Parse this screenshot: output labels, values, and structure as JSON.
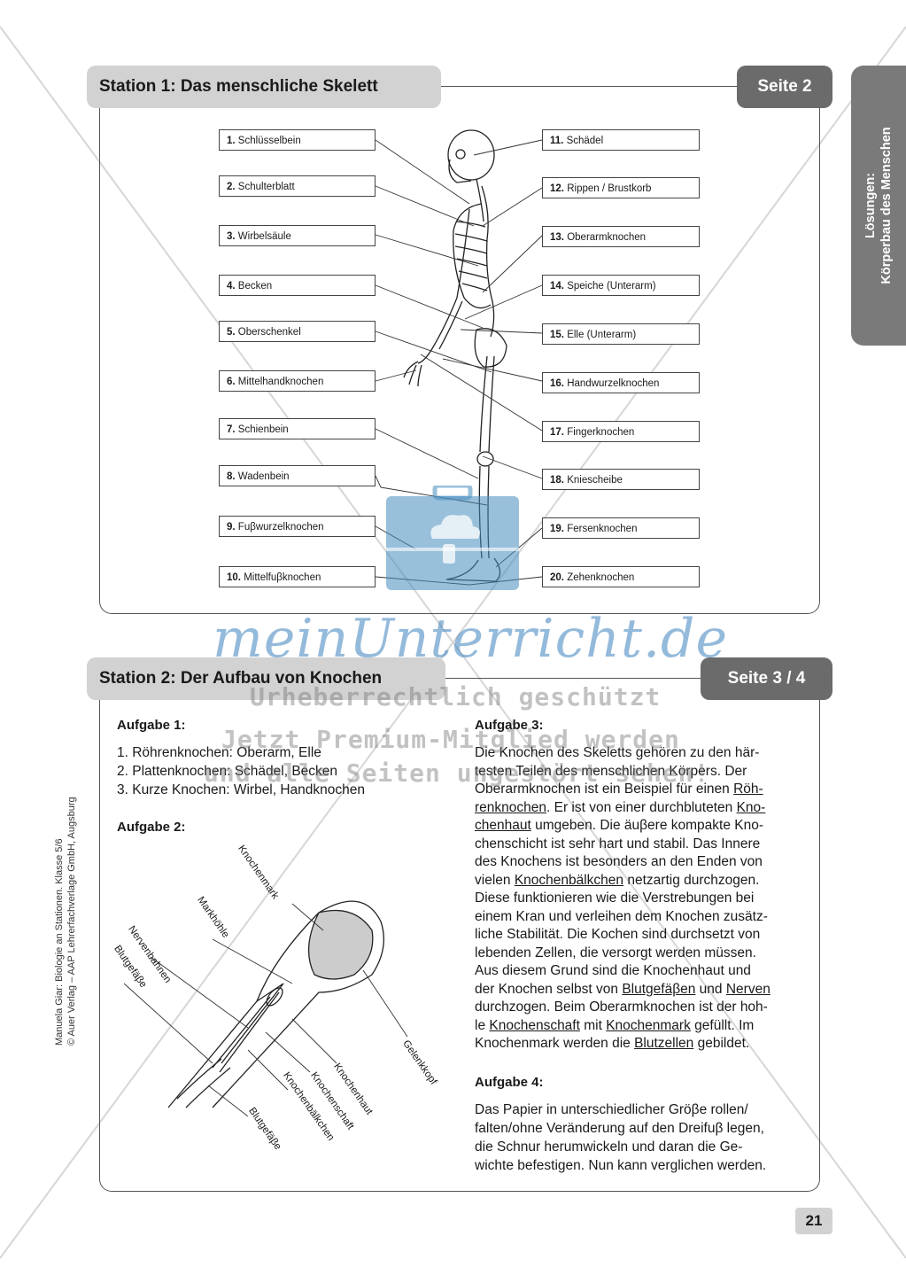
{
  "side_tab": {
    "line1": "Lösungen:",
    "line2": "Körperbau des Menschen"
  },
  "station1": {
    "title": "Station 1: Das menschliche Skelett",
    "seite": "Seite 2",
    "left_labels": [
      {
        "num": "1.",
        "text": "Schlüsselbein"
      },
      {
        "num": "2.",
        "text": "Schulterblatt"
      },
      {
        "num": "3.",
        "text": "Wirbelsäule"
      },
      {
        "num": "4.",
        "text": "Becken"
      },
      {
        "num": "5.",
        "text": "Oberschenkel"
      },
      {
        "num": "6.",
        "text": "Mittelhandknochen"
      },
      {
        "num": "7.",
        "text": "Schienbein"
      },
      {
        "num": "8.",
        "text": "Wadenbein"
      },
      {
        "num": "9.",
        "text": "Fuβwurzelknochen"
      },
      {
        "num": "10.",
        "text": "Mittelfuβknochen"
      }
    ],
    "right_labels": [
      {
        "num": "11.",
        "text": "Schädel"
      },
      {
        "num": "12.",
        "text": "Rippen / Brustkorb"
      },
      {
        "num": "13.",
        "text": "Oberarmknochen"
      },
      {
        "num": "14.",
        "text": "Speiche (Unterarm)"
      },
      {
        "num": "15.",
        "text": "Elle (Unterarm)"
      },
      {
        "num": "16.",
        "text": "Handwurzelknochen"
      },
      {
        "num": "17.",
        "text": "Fingerknochen"
      },
      {
        "num": "18.",
        "text": "Kniescheibe"
      },
      {
        "num": "19.",
        "text": "Fersenknochen"
      },
      {
        "num": "20.",
        "text": "Zehenknochen"
      }
    ]
  },
  "station2": {
    "title": "Station 2: Der Aufbau von Knochen",
    "seite": "Seite 3 / 4",
    "aufgabe1": {
      "heading": "Aufgabe 1:",
      "lines": [
        "1. Röhrenknochen: Oberarm, Elle",
        "2. Plattenknochen: Schädel, Becken",
        "3. Kurze Knochen: Wirbel, Handknochen"
      ]
    },
    "aufgabe2": {
      "heading": "Aufgabe 2:",
      "labels": [
        "Knochenmark",
        "Markhöhle",
        "Nervenbahnen",
        "Blutgefäβe",
        "Gelenkkopf",
        "Knochenhaut",
        "Knochenschaft",
        "Knochenbälkchen",
        "Blutgefäβe"
      ]
    },
    "aufgabe3": {
      "heading": "Aufgabe 3:",
      "text": [
        "Die Knochen des Skeletts gehören zu den här-",
        "testen Teilen des menschlichen Körpers. Der",
        "Oberarmknochen ist ein Beispiel für einen ",
        "Röh-",
        "renknochen",
        ". Er ist von einer durchbluteten ",
        "Kno-",
        "chenhaut",
        " umgeben. Die äuβere kompakte Kno-",
        "chenschicht ist sehr hart und stabil. Das Innere",
        "des Knochens ist besonders an den Enden von",
        "vielen ",
        "Knochenbälkchen",
        " netzartig durchzogen.",
        "Diese funktionieren wie die Verstrebungen bei",
        "einem Kran und verleihen dem Knochen zusätz-",
        "liche Stabilität. Die Kochen sind durchsetzt von",
        "lebenden Zellen, die versorgt werden müssen.",
        "Aus diesem Grund sind die Knochenhaut und",
        "der Knochen selbst von ",
        "Blutgefäβen",
        " und ",
        "Nerven",
        "durchzogen. Beim Oberarmknochen ist der hoh-",
        "le ",
        "Knochenschaft",
        " mit ",
        "Knochenmark",
        " gefüllt. Im",
        "Knochenmark werden die ",
        "Blutzellen",
        " gebildet."
      ]
    },
    "aufgabe4": {
      "heading": "Aufgabe 4:",
      "lines": [
        "Das Papier in unterschiedlicher Gröβe rollen/",
        "falten/ohne Veränderung auf den Dreifuβ legen,",
        "die Schnur herumwickeln und daran die Ge-",
        "wichte befestigen. Nun kann verglichen werden."
      ]
    }
  },
  "watermark": {
    "logo": "meinUnterricht.de",
    "line1": "Urheberrechtlich geschützt",
    "line2": "Jetzt Premium-Mitglied werden",
    "line3": "und alle Seiten ungestört sehen!"
  },
  "credit": {
    "line1": "Manuela Giar: Biologie an Stationen. Klasse 5/6",
    "line2": "© Auer Verlag – AAP Lehrerfachverlage GmbH, Augsburg"
  },
  "page_number": "21"
}
